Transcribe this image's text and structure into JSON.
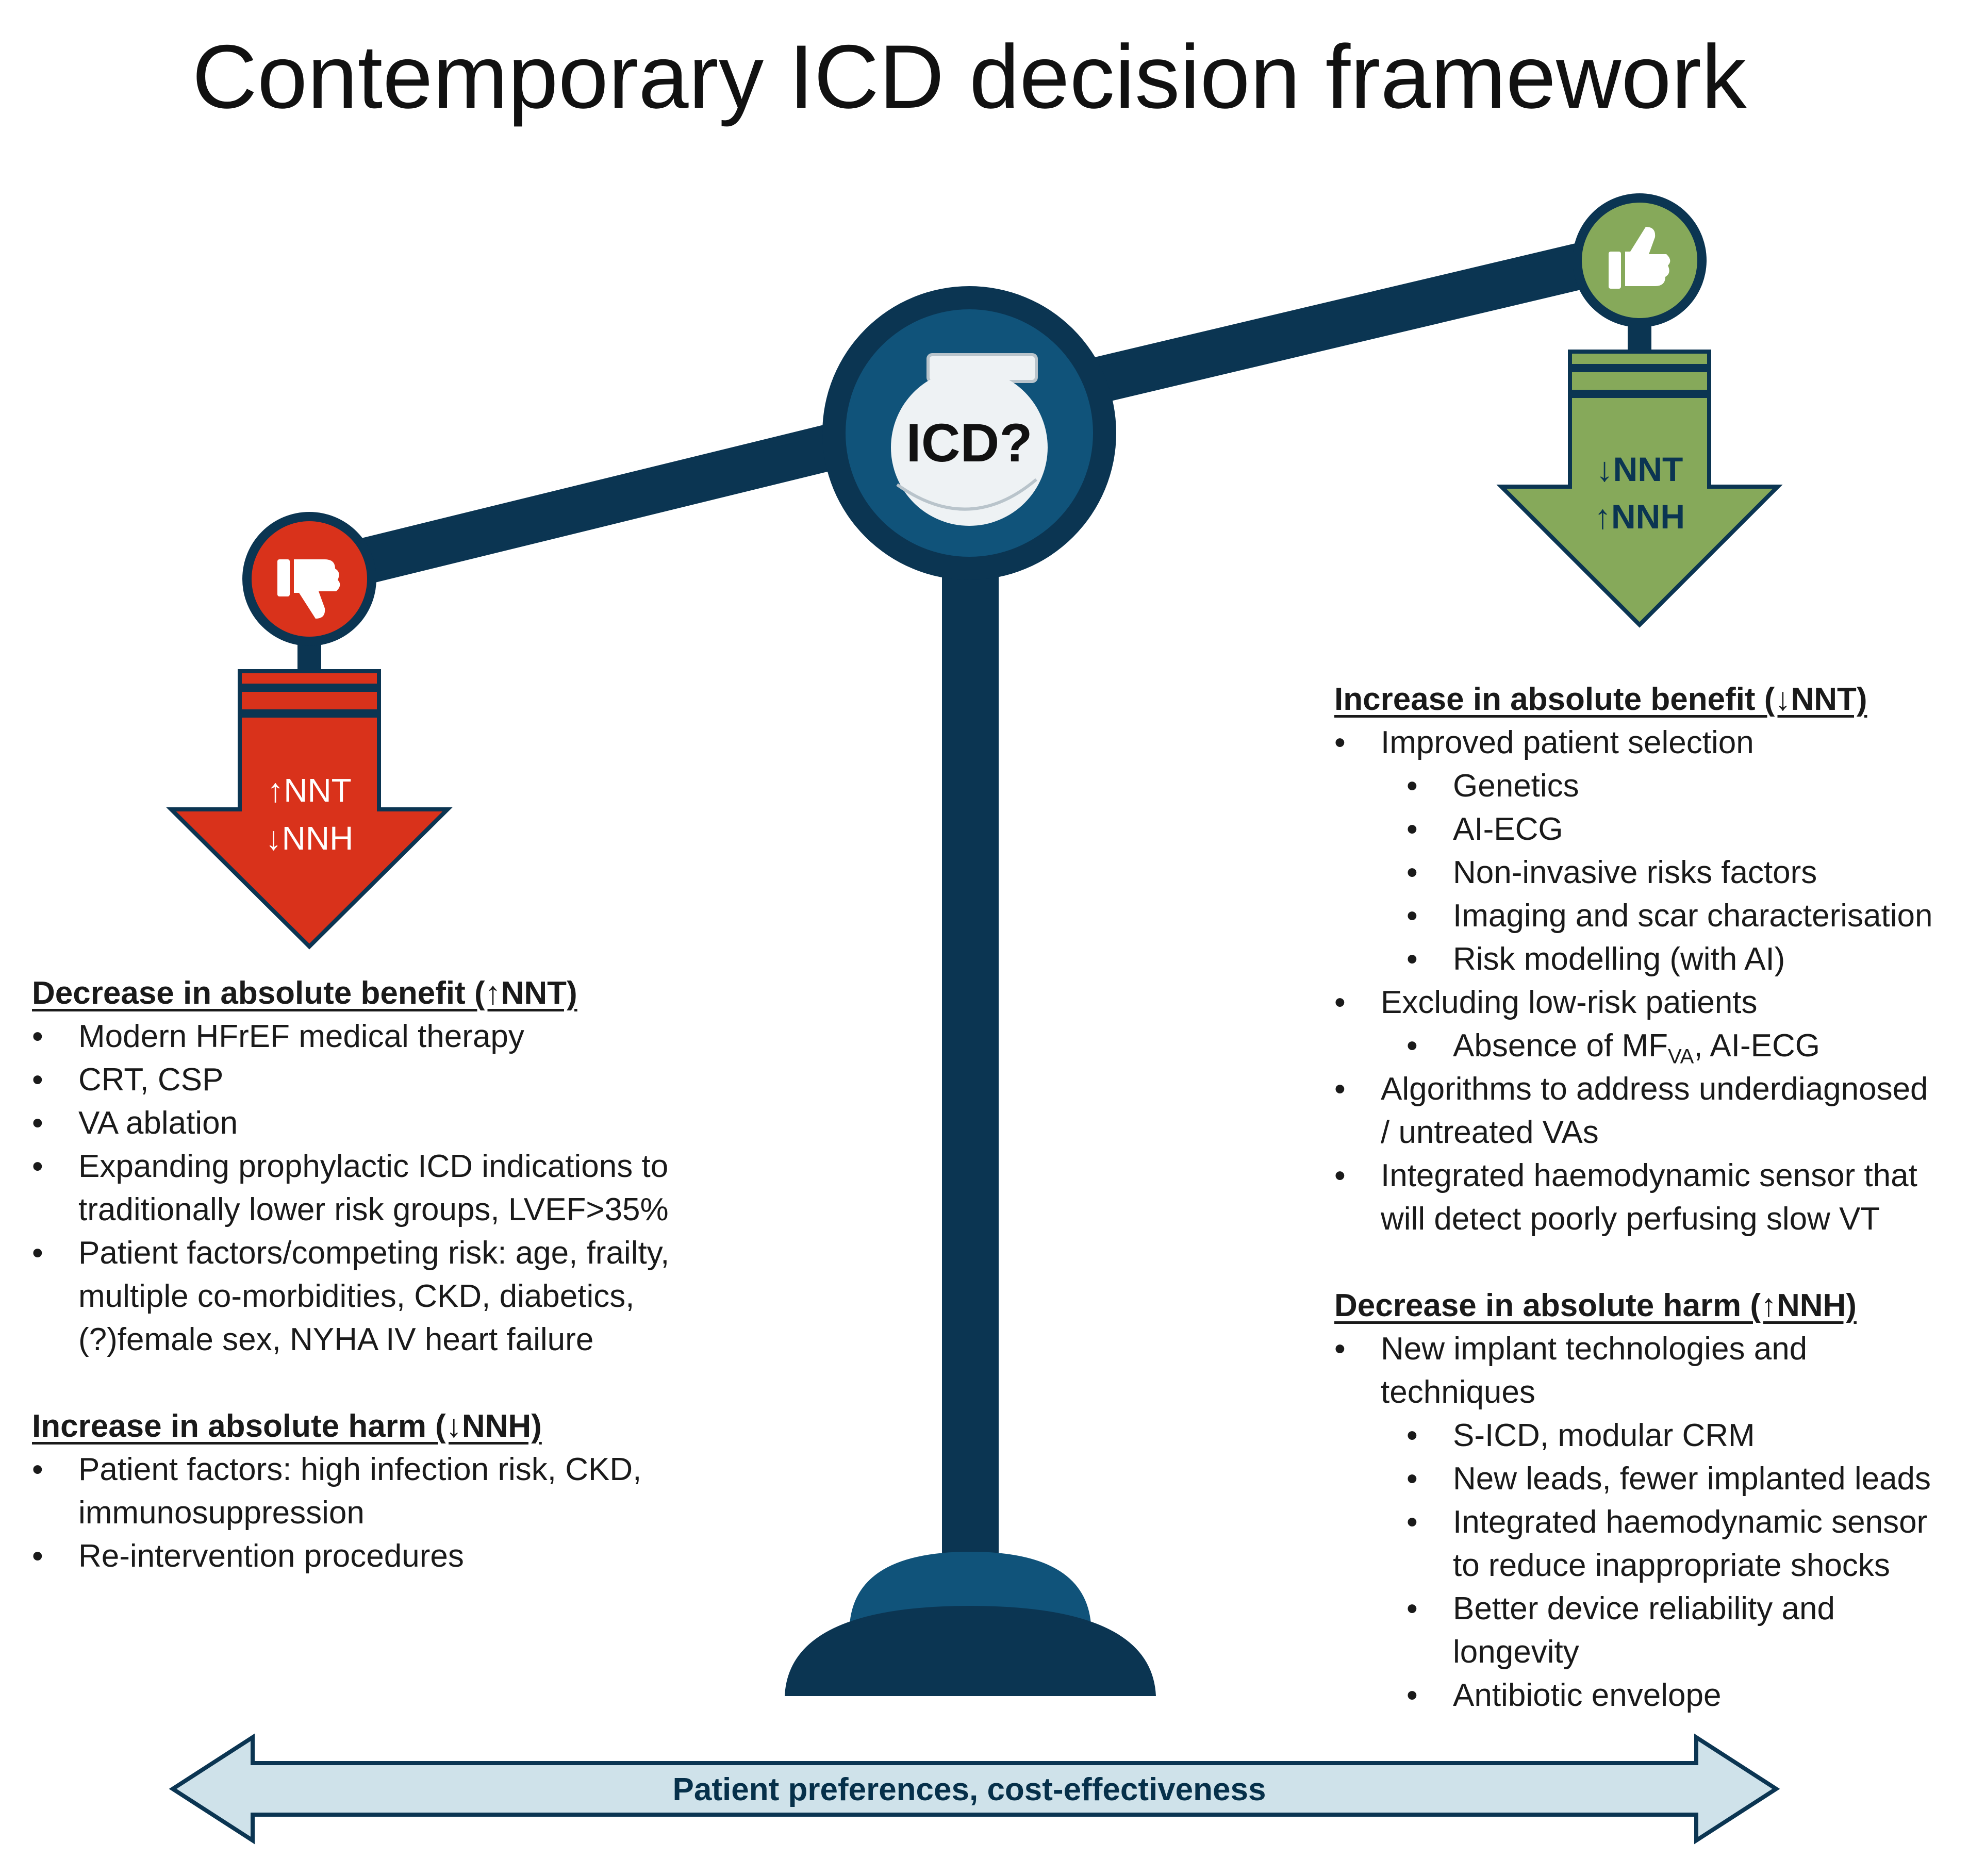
{
  "title": "Contemporary ICD decision framework",
  "center": {
    "device_label": "ICD?"
  },
  "left": {
    "arrow_line1": "↑NNT",
    "arrow_line2": "↓NNH",
    "color": "#d9321b",
    "benefit": {
      "heading": "Decrease in absolute benefit (↑NNT)",
      "items": [
        "Modern HFrEF medical therapy",
        "CRT, CSP",
        "VA ablation",
        "Expanding prophylactic ICD indications to traditionally lower risk groups, LVEF>35%",
        "Patient factors/competing risk: age, frailty, multiple co-morbidities, CKD, diabetics, (?)female sex, NYHA IV heart failure"
      ]
    },
    "harm": {
      "heading": "Increase in absolute harm (↓NNH)",
      "items": [
        "Patient factors: high infection risk, CKD, immunosuppression",
        "Re-intervention procedures"
      ]
    }
  },
  "right": {
    "arrow_line1": "↓NNT",
    "arrow_line2": "↑NNH",
    "color": "#86a95a",
    "benefit": {
      "heading": "Increase in absolute benefit (↓NNT)",
      "item1": "Improved patient selection",
      "sub1": [
        "Genetics",
        "AI-ECG",
        "Non-invasive risks factors",
        "Imaging and scar characterisation",
        "Risk modelling (with AI)"
      ],
      "item2": "Excluding low-risk patients",
      "sub2_pre": "Absence of MF",
      "sub2_subscript": "VA",
      "sub2_post": ", AI-ECG",
      "item3": "Algorithms to address underdiagnosed / untreated VAs",
      "item4": "Integrated haemodynamic sensor that will detect poorly perfusing slow VT"
    },
    "harm": {
      "heading": "Decrease in absolute harm (↑NNH)",
      "item1": "New implant technologies and techniques",
      "sub1": [
        "S-ICD, modular CRM",
        "New leads, fewer implanted leads",
        "Integrated haemodynamic sensor to reduce inappropriate shocks",
        "Better device reliability and longevity",
        "Antibiotic envelope"
      ]
    }
  },
  "bottom_label": "Patient preferences, cost-effectiveness",
  "colors": {
    "navy": "#0b3552",
    "dark_navy": "#06304a",
    "light_blue": "#cfe2ea",
    "accent_blue": "#10537a"
  }
}
